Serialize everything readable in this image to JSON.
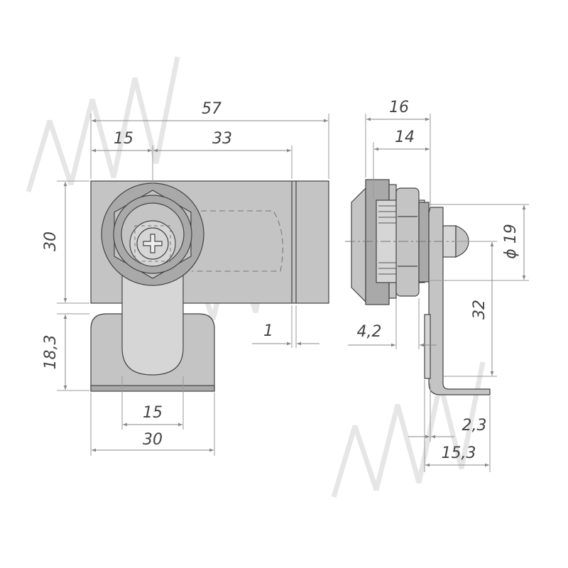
{
  "dimensions": {
    "total_width": "57",
    "left_offset": "15",
    "slot_length": "33",
    "side_total_depth": "16",
    "side_body_depth": "14",
    "body_height": "30",
    "bracket_height": "18,3",
    "gap": "1",
    "bracket_inner_width": "15",
    "bracket_outer_width": "30",
    "flange_thickness": "4,2",
    "diameter": "ϕ 19",
    "tongue_drop": "32",
    "sheet_thickness": "2,3",
    "tongue_width": "15,3"
  },
  "colors": {
    "body_fill": "#c4c4c4",
    "line": "#444444",
    "dimension_line": "#888888",
    "watermark": "#e6e6e6"
  }
}
